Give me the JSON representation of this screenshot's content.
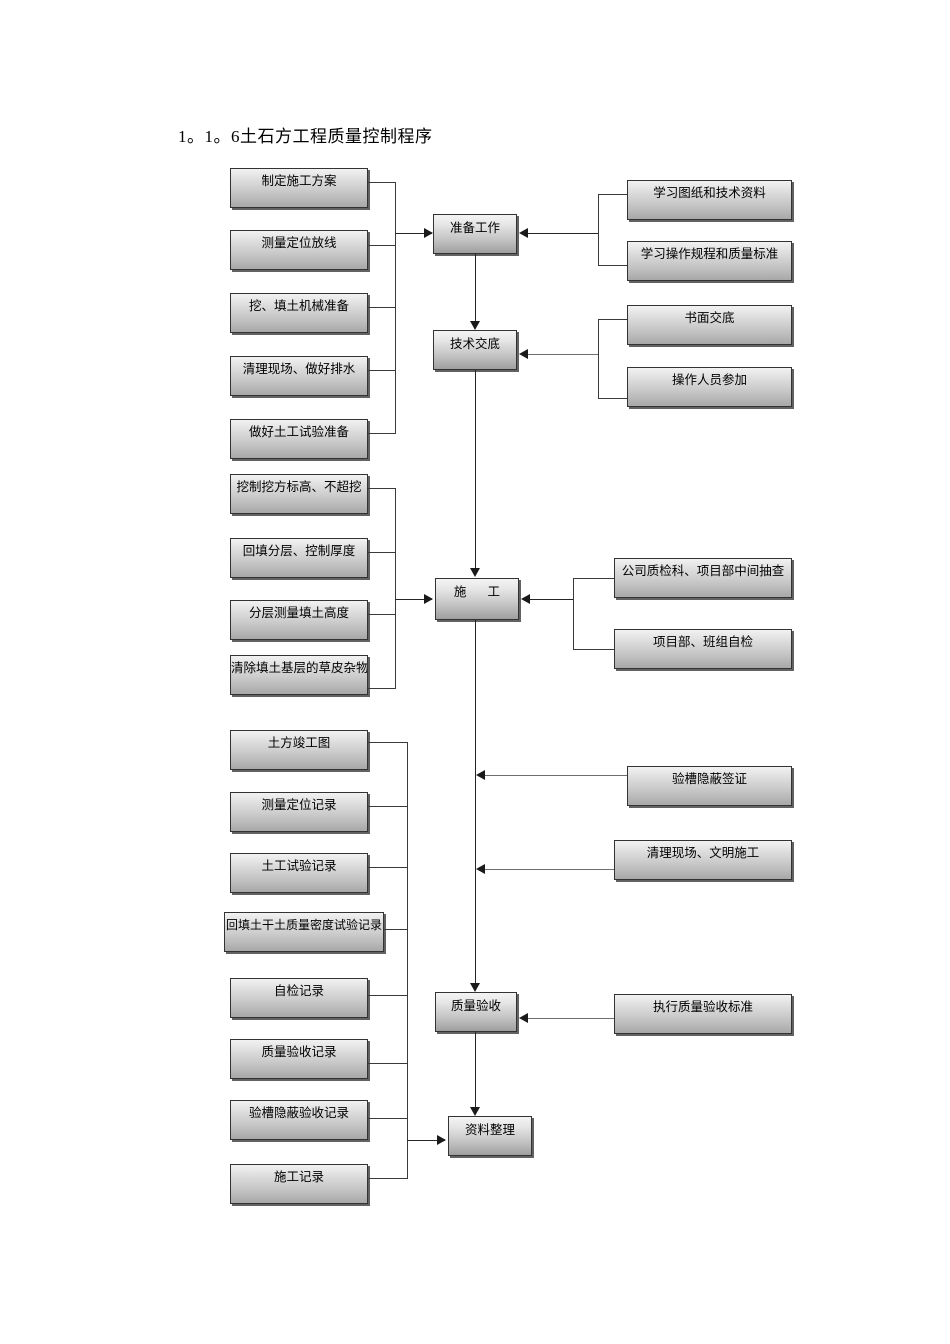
{
  "title": "1。1。6土石方工程质量控制程序",
  "chart_data": {
    "type": "diagram",
    "title": "1。1。6土石方工程质量控制程序",
    "main_flow": [
      "准备工作",
      "技术交底",
      "施  工",
      "质量验收",
      "资料整理"
    ]
  },
  "stages": {
    "prep": "准备工作",
    "tech": "技术交底",
    "construct": "施  工",
    "accept": "质量验收",
    "archive": "资料整理"
  },
  "left_prep": [
    {
      "label": "制定施工方案"
    },
    {
      "label": "测量定位放线"
    },
    {
      "label": "挖、填土机械准备"
    },
    {
      "label": "清理现场、做好排水"
    },
    {
      "label": "做好土工试验准备"
    }
  ],
  "left_construct": [
    {
      "label": "挖制挖方标高、不超挖"
    },
    {
      "label": "回填分层、控制厚度"
    },
    {
      "label": "分层测量填土高度"
    },
    {
      "label": "清除填土基层的草皮杂物"
    }
  ],
  "left_records": [
    {
      "label": "土方竣工图"
    },
    {
      "label": "测量定位记录"
    },
    {
      "label": "土工试验记录"
    },
    {
      "label": "回填土干土质量密度试验记录"
    },
    {
      "label": "自检记录"
    },
    {
      "label": "质量验收记录"
    },
    {
      "label": "验槽隐蔽验收记录"
    },
    {
      "label": "施工记录"
    }
  ],
  "right_prep": [
    {
      "label": "学习图纸和技术资料"
    },
    {
      "label": "学习操作规程和质量标准"
    }
  ],
  "right_tech": [
    {
      "label": "书面交底"
    },
    {
      "label": "操作人员参加"
    }
  ],
  "right_construct": [
    {
      "label": "公司质检科、项目部中间抽查"
    },
    {
      "label": "项目部、班组自检"
    }
  ],
  "right_accept_mid": [
    {
      "label": "验槽隐蔽签证"
    },
    {
      "label": "清理现场、文明施工"
    }
  ],
  "right_accept": [
    {
      "label": "执行质量验收标准"
    }
  ],
  "colors": {
    "box_border": "#333333",
    "box_top": "#f2f2f2",
    "box_bottom": "#a8a8a8",
    "line": "#3a3a3a",
    "arrow": "#1a1a1a",
    "page_bg": "#ffffff"
  }
}
